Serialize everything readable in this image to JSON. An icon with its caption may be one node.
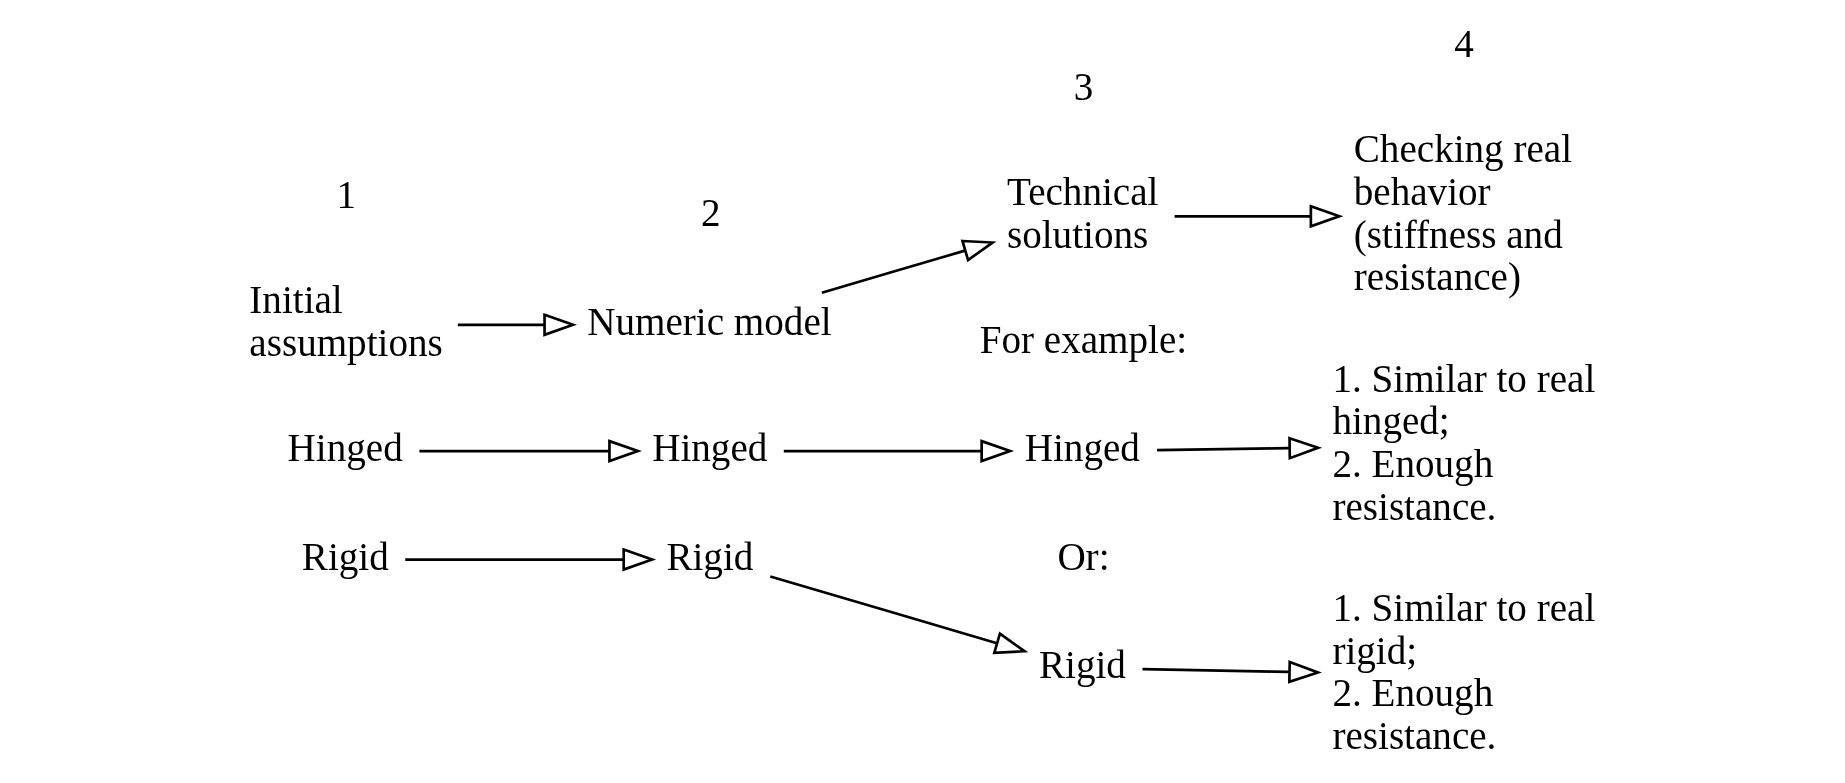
{
  "diagram": {
    "nodes": [
      {
        "text": [
          "Initial assumptions"
        ]
      },
      {
        "text": [
          "Numeric model"
        ]
      },
      {
        "text": [
          "Technical solutions"
        ]
      },
      {
        "text": [
          "Checking real behavior (stiffness and resistance)"
        ]
      },
      {
        "text": [
          "Hinged"
        ]
      },
      {
        "text": [
          "Hinged"
        ]
      },
      {
        "text": [
          "Hinged"
        ]
      },
      {
        "text": [
          "1. Similar to real hinged;",
          "2. Enough resistance."
        ]
      },
      {
        "text": [
          "Rigid"
        ]
      },
      {
        "text": [
          "Rigid"
        ]
      },
      {
        "text": [
          "Rigid"
        ]
      },
      {
        "text": [
          "1. Similar to real rigid;",
          "2. Enough resistance."
        ]
      }
    ],
    "edges": [
      {
        "from": 0,
        "to": 1,
        "arrow": "to"
      },
      {
        "from": 1,
        "to": 2,
        "arrow": "to"
      },
      {
        "from": 2,
        "to": 3,
        "arrow": "to"
      },
      {
        "from": 4,
        "to": 5,
        "arrow": "to"
      },
      {
        "from": 5,
        "to": 6,
        "arrow": "to"
      },
      {
        "from": 6,
        "to": 7,
        "arrow": "to"
      },
      {
        "from": 8,
        "to": 9,
        "arrow": "to"
      },
      {
        "from": 9,
        "to": 10,
        "arrow": "to"
      },
      {
        "from": 10,
        "to": 11,
        "arrow": "to"
      }
    ],
    "labels": [
      "1",
      "2",
      "3",
      "4",
      "For example:",
      "Or:"
    ]
  }
}
